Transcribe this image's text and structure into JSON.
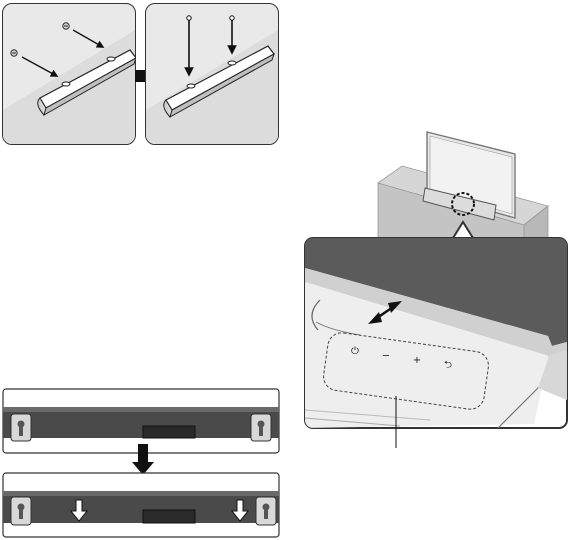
{
  "panel_controls": {
    "buttons": [
      {
        "name": "power-button",
        "glyph": "⏻",
        "icon": "power-icon"
      },
      {
        "name": "volume-down-button",
        "glyph": "−",
        "icon": "minus-icon"
      },
      {
        "name": "volume-up-button",
        "glyph": "+",
        "icon": "plus-icon"
      },
      {
        "name": "source-button",
        "glyph": "⮌",
        "icon": "source-icon"
      }
    ]
  }
}
